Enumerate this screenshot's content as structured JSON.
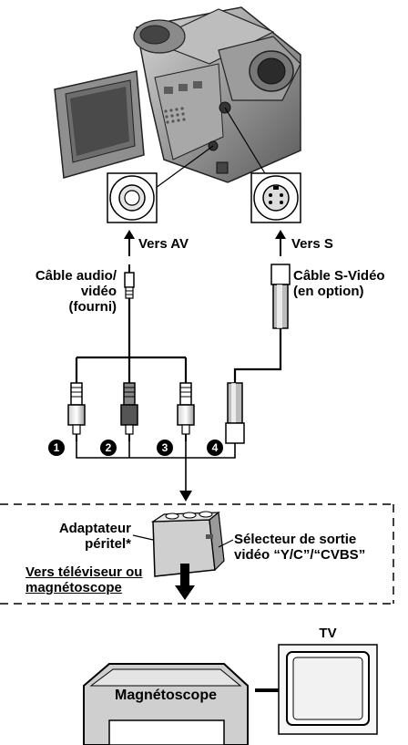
{
  "labels": {
    "vers_av": "Vers AV",
    "vers_s": "Vers S",
    "cable_av": [
      "Câble audio/",
      "vidéo",
      "(fourni)"
    ],
    "cable_s": [
      "Câble S-Vidéo",
      "(en option)"
    ],
    "adaptateur": [
      "Adaptateur",
      "péritel*"
    ],
    "selecteur": [
      "Sélecteur de sortie",
      "vidéo “Y/C”/“CVBS”"
    ],
    "vers_tv": [
      "Vers téléviseur ou",
      "magnétoscope"
    ],
    "tv": "TV",
    "magnetoscope": "Magnétoscope"
  },
  "plug_numbers": [
    "1",
    "2",
    "3",
    "4"
  ]
}
